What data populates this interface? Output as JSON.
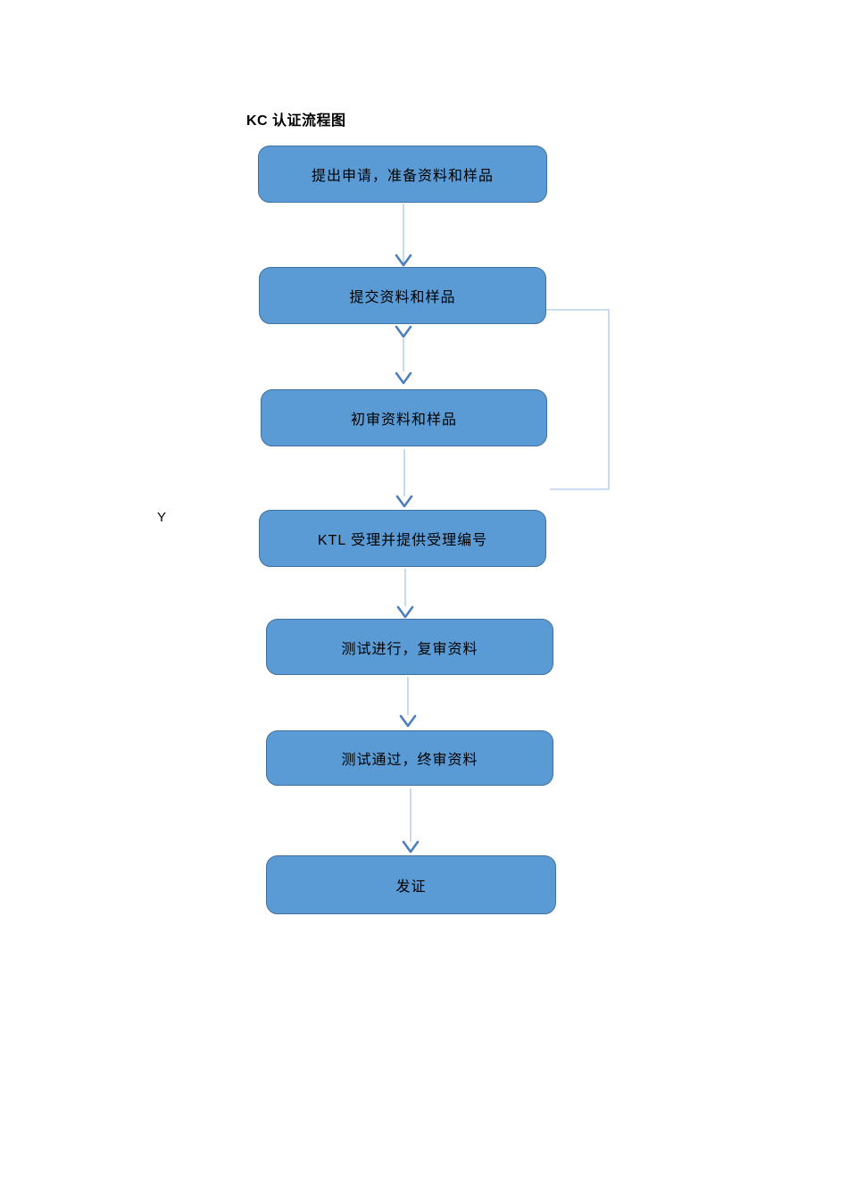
{
  "title": "KC 认证流程图",
  "branch_label": "Y",
  "flowchart": {
    "nodes": [
      {
        "id": 1,
        "label": "提出申请，准备资料和样品"
      },
      {
        "id": 2,
        "label": "提交资料和样品"
      },
      {
        "id": 3,
        "label": "初审资料和样品"
      },
      {
        "id": 4,
        "label": "KTL 受理并提供受理编号"
      },
      {
        "id": 5,
        "label": "测试进行，复审资料"
      },
      {
        "id": 6,
        "label": "测试通过，终审资料"
      },
      {
        "id": 7,
        "label": "发证"
      }
    ],
    "edges": [
      {
        "from": 1,
        "to": 2,
        "type": "arrow"
      },
      {
        "from": 2,
        "to": 3,
        "type": "arrow"
      },
      {
        "from": 3,
        "to": 4,
        "type": "arrow"
      },
      {
        "from": 4,
        "to": 5,
        "type": "arrow"
      },
      {
        "from": 5,
        "to": 6,
        "type": "arrow"
      },
      {
        "from": 6,
        "to": 7,
        "type": "arrow"
      },
      {
        "from": 2,
        "to": 4,
        "type": "feedback-loop-right-side"
      }
    ]
  },
  "colors": {
    "node_fill": "#5b9bd5",
    "node_border": "#41719c",
    "connector_line": "#a9c7e8",
    "arrowhead": "#4d7ebf",
    "text": "#000000",
    "background": "#ffffff"
  }
}
